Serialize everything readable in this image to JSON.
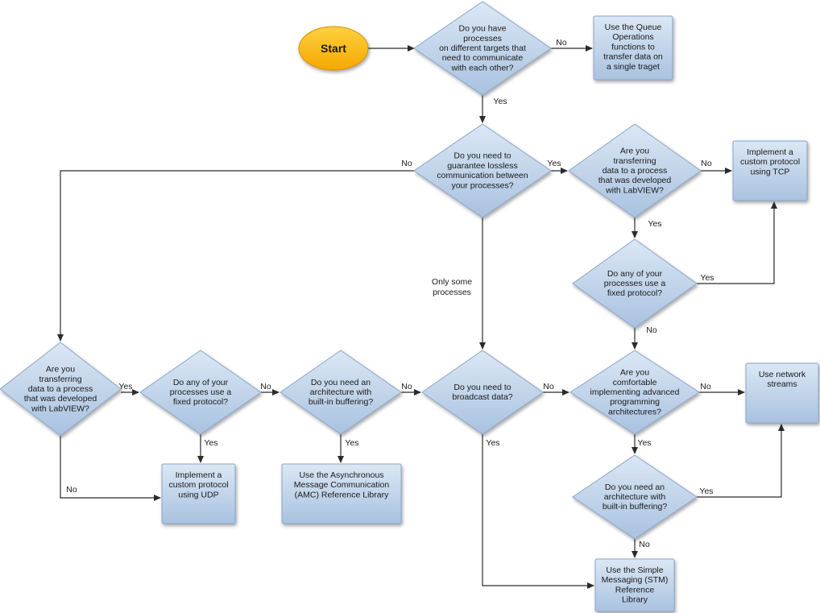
{
  "colors": {
    "box_top": "#dbe7f4",
    "box_bottom": "#a9c2e0",
    "box_stroke": "#8aa7c9",
    "start_top": "#ffd040",
    "start_bottom": "#f5a800",
    "start_stroke": "#d79000",
    "edge": "#2b2b2b"
  },
  "nodes": {
    "start": [
      "Start"
    ],
    "q_targets": [
      "Do you have",
      "processes",
      "on different targets that",
      "need to communicate",
      "with each other?"
    ],
    "r_queue": [
      "Use the Queue",
      "Operations",
      "functions to",
      "transfer data on",
      "a single traget"
    ],
    "q_lossless": [
      "Do you need to",
      "guarantee lossless",
      "communication between",
      "your processes?"
    ],
    "q_labview_right": [
      "Are you",
      "transferring",
      "data to a process",
      "that was developed",
      "with LabVIEW?"
    ],
    "r_tcp": [
      "Implement a",
      "custom protocol",
      "using TCP"
    ],
    "q_fixed_right": [
      "Do any of your",
      "processes use a",
      "fixed protocol?"
    ],
    "q_labview_left": [
      "Are you",
      "transferring",
      "data to a process",
      "that was developed",
      "with LabVIEW?"
    ],
    "q_fixed_left": [
      "Do any of your",
      "processes use a",
      "fixed protocol?"
    ],
    "q_buffer_left": [
      "Do you need an",
      "architecture with",
      "built-in buffering?"
    ],
    "q_broadcast": [
      "Do you need to",
      "broadcast data?"
    ],
    "q_advanced": [
      "Are you",
      "comfortable",
      "implementing advanced",
      "programming",
      "architectures?"
    ],
    "r_streams": [
      "Use network",
      "streams"
    ],
    "r_udp": [
      "Implement a",
      "custom protocol",
      "using UDP"
    ],
    "r_amc": [
      "Use the Asynchronous",
      "Message Communication",
      "(AMC) Reference Library"
    ],
    "q_buffer_right": [
      "Do you need an",
      "architecture with",
      "built-in buffering?"
    ],
    "r_stm": [
      "Use the Simple",
      "Messaging (STM)",
      "Reference",
      "Library"
    ]
  },
  "edge_labels": {
    "targets_no": "No",
    "targets_yes": "Yes",
    "lossless_no": "No",
    "lossless_yes": "Yes",
    "lossless_some": [
      "Only some",
      "processes"
    ],
    "labview_right_no": "No",
    "labview_right_yes": "Yes",
    "fixed_right_yes": "Yes",
    "fixed_right_no": "No",
    "labview_left_yes": "Yes",
    "labview_left_no": "No",
    "fixed_left_no": "No",
    "fixed_left_yes": "Yes",
    "buffer_left_no": "No",
    "buffer_left_yes": "Yes",
    "broadcast_no": "No",
    "broadcast_yes": "Yes",
    "advanced_no": "No",
    "advanced_yes": "Yes",
    "buffer_right_yes": "Yes",
    "buffer_right_no": "No"
  }
}
